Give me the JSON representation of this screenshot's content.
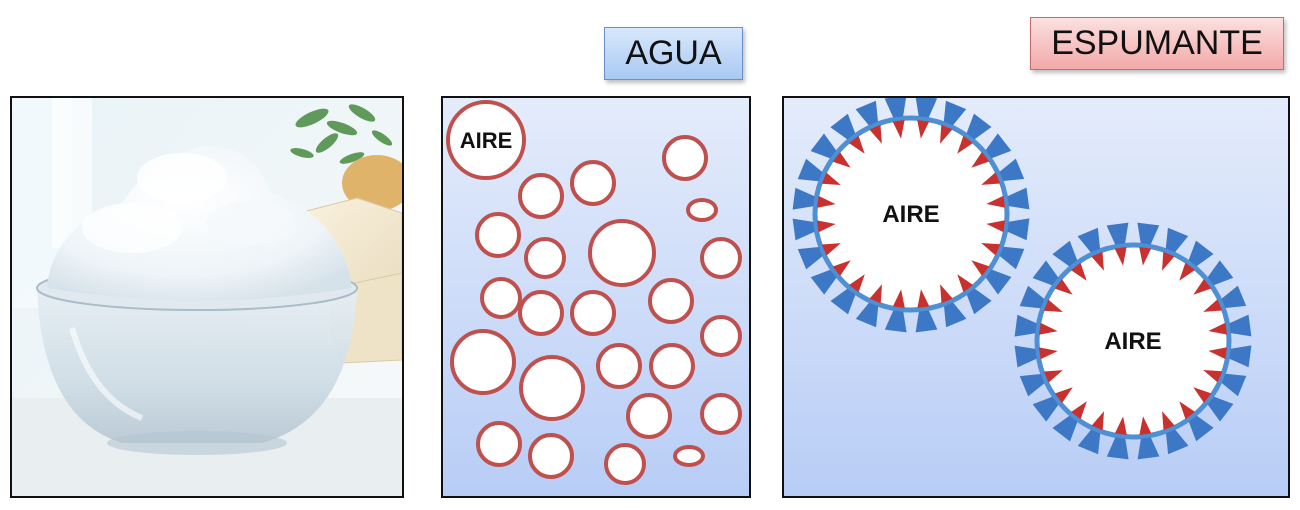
{
  "labels": {
    "water": "AGUA",
    "foaming": "ESPUMANTE",
    "air_small": "AIRE",
    "air_drop_1": "AIRE",
    "air_drop_2": "AIRE"
  },
  "images": {
    "photo": "foam-in-bowl-photo"
  },
  "colors": {
    "panel_gradient_top": "#e4ecfb",
    "panel_gradient_bottom": "#b8cdf6",
    "bubble_stroke": "#c0504d",
    "molecule_head": "#3d78c6",
    "molecule_tail": "#c9312f",
    "membrane": "#4f8fd4",
    "water_label_bg": "#a9c9f3",
    "foaming_label_bg": "#f3a9a9"
  }
}
